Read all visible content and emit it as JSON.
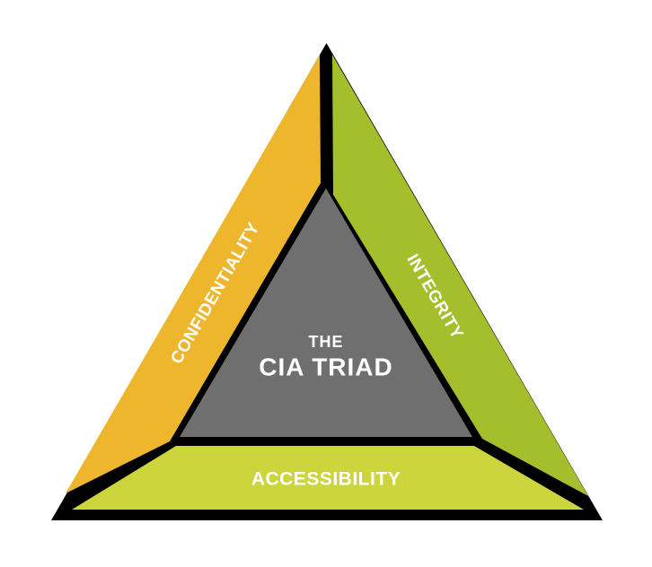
{
  "diagram": {
    "name": "CIA Triad",
    "background_color": "#ffffff",
    "outline_color": "#000000",
    "label_text_color": "#ffffff",
    "center": {
      "line1": "THE",
      "line2": "CIA TRIAD",
      "color": "#6f6f6f"
    },
    "bands": {
      "confidentiality": {
        "label": "CONFIDENTIALITY",
        "color": "#edb62c"
      },
      "integrity": {
        "label": "INTEGRITY",
        "color": "#a5be2b"
      },
      "accessibility": {
        "label": "ACCESSIBILITY",
        "color": "#cdd53c"
      }
    }
  }
}
